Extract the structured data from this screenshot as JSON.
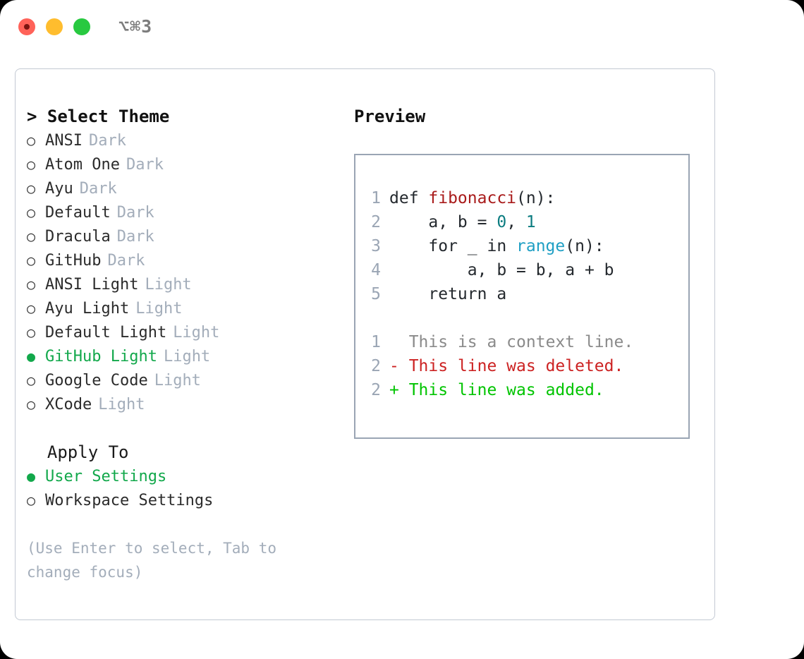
{
  "titlebar": {
    "shortcut": "⌥⌘3",
    "lights": [
      "close",
      "minimize",
      "zoom"
    ]
  },
  "theme_panel": {
    "heading": "> Select Theme",
    "items": [
      {
        "bullet": "○",
        "label": "ANSI",
        "tag": "Dark",
        "selected": false
      },
      {
        "bullet": "○",
        "label": "Atom One",
        "tag": "Dark",
        "selected": false
      },
      {
        "bullet": "○",
        "label": "Ayu",
        "tag": "Dark",
        "selected": false
      },
      {
        "bullet": "○",
        "label": "Default",
        "tag": "Dark",
        "selected": false
      },
      {
        "bullet": "○",
        "label": "Dracula",
        "tag": "Dark",
        "selected": false
      },
      {
        "bullet": "○",
        "label": "GitHub",
        "tag": "Dark",
        "selected": false
      },
      {
        "bullet": "○",
        "label": "ANSI Light",
        "tag": "Light",
        "selected": false
      },
      {
        "bullet": "○",
        "label": "Ayu Light",
        "tag": "Light",
        "selected": false
      },
      {
        "bullet": "○",
        "label": "Default Light",
        "tag": "Light",
        "selected": false
      },
      {
        "bullet": "●",
        "label": "GitHub Light",
        "tag": "Light",
        "selected": true
      },
      {
        "bullet": "○",
        "label": "Google Code",
        "tag": "Light",
        "selected": false
      },
      {
        "bullet": "○",
        "label": "XCode",
        "tag": "Light",
        "selected": false
      }
    ]
  },
  "apply_to": {
    "heading": "  Apply To",
    "items": [
      {
        "bullet": "●",
        "label": "User Settings",
        "selected": true
      },
      {
        "bullet": "○",
        "label": "Workspace Settings",
        "selected": false
      }
    ]
  },
  "hint": "(Use Enter to select, Tab to change focus)",
  "preview": {
    "title": "Preview",
    "code_lines": [
      {
        "no": "1",
        "tokens": [
          {
            "t": "def ",
            "c": "kw"
          },
          {
            "t": "fibonacci",
            "c": "fn"
          },
          {
            "t": "(n):",
            "c": "plain"
          }
        ]
      },
      {
        "no": "2",
        "tokens": [
          {
            "t": "    a, b = ",
            "c": "plain"
          },
          {
            "t": "0",
            "c": "num"
          },
          {
            "t": ", ",
            "c": "plain"
          },
          {
            "t": "1",
            "c": "num"
          }
        ]
      },
      {
        "no": "3",
        "tokens": [
          {
            "t": "    for _ in ",
            "c": "kw"
          },
          {
            "t": "range",
            "c": "call"
          },
          {
            "t": "(n):",
            "c": "plain"
          }
        ]
      },
      {
        "no": "4",
        "tokens": [
          {
            "t": "        a, b = b, a + b",
            "c": "plain"
          }
        ]
      },
      {
        "no": "5",
        "tokens": [
          {
            "t": "    return a",
            "c": "kw"
          }
        ]
      }
    ],
    "diff_lines": [
      {
        "no": "1",
        "marker": "  ",
        "text": "This is a context line.",
        "kind": "ctx"
      },
      {
        "no": "2",
        "marker": "- ",
        "text": "This line was deleted.",
        "kind": "del"
      },
      {
        "no": "2",
        "marker": "+ ",
        "text": "This line was added.",
        "kind": "add"
      }
    ]
  },
  "colors": {
    "accent_green": "#12a84b",
    "muted_tag": "#a3adba",
    "diff_add": "#00c400",
    "diff_del": "#cc2222",
    "diff_ctx": "#8a8a8a",
    "fn_red": "#a91b1b",
    "num_teal": "#0b7c80",
    "call_blue": "#1f9fc4",
    "panel_border": "#9aa5b4",
    "card_border": "#c3c9d3"
  }
}
